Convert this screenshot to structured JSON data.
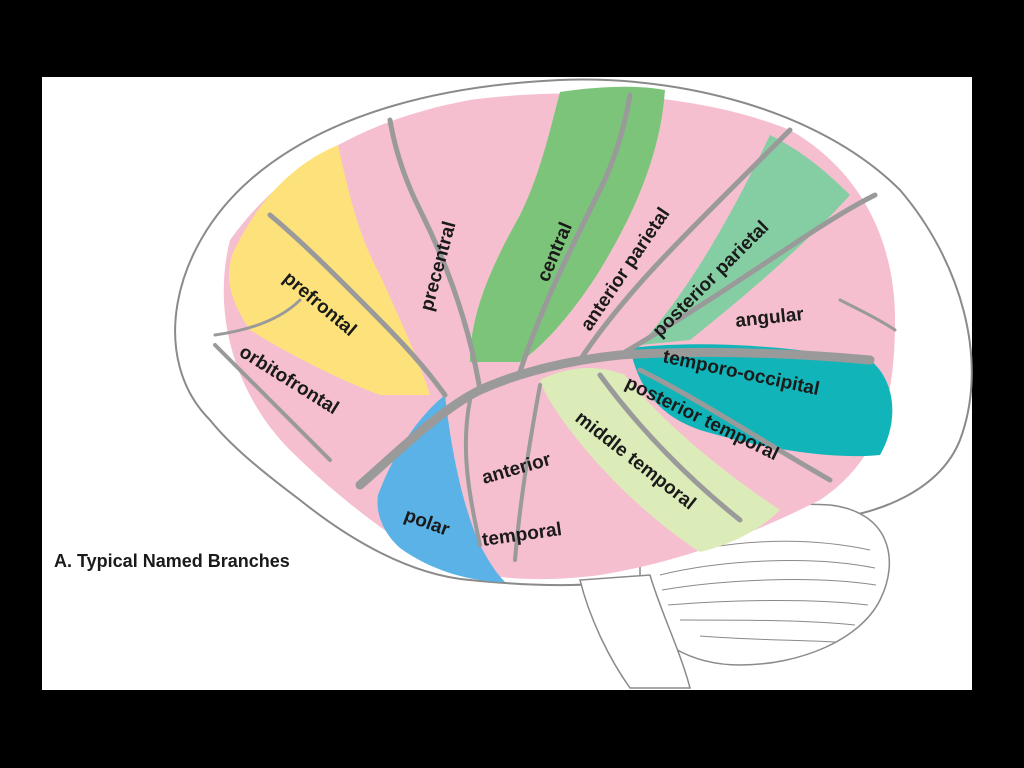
{
  "caption": "A. Typical Named Branches",
  "regions": {
    "prefrontal": "prefrontal",
    "orbitofrontal": "orbitofrontal",
    "precentral": "precentral",
    "central": "central",
    "anterior_parietal": "anterior parietal",
    "posterior_parietal": "posterior parietal",
    "angular": "angular",
    "temporo_occipital": "temporo-occipital",
    "posterior_temporal": "posterior temporal",
    "middle_temporal": "middle temporal",
    "anterior_temporal_1": "anterior",
    "anterior_temporal_2": "temporal",
    "polar": "polar"
  },
  "colors": {
    "background": "#000000",
    "panel": "#ffffff",
    "pink": "#f5bfcf",
    "yellow": "#fde27b",
    "green_central": "#7cc47a",
    "green_parietal": "#85ceA3",
    "light_green": "#dcecb8",
    "teal": "#11b4b8",
    "blue": "#5ab2e6",
    "artery": "#9a9a9a"
  }
}
